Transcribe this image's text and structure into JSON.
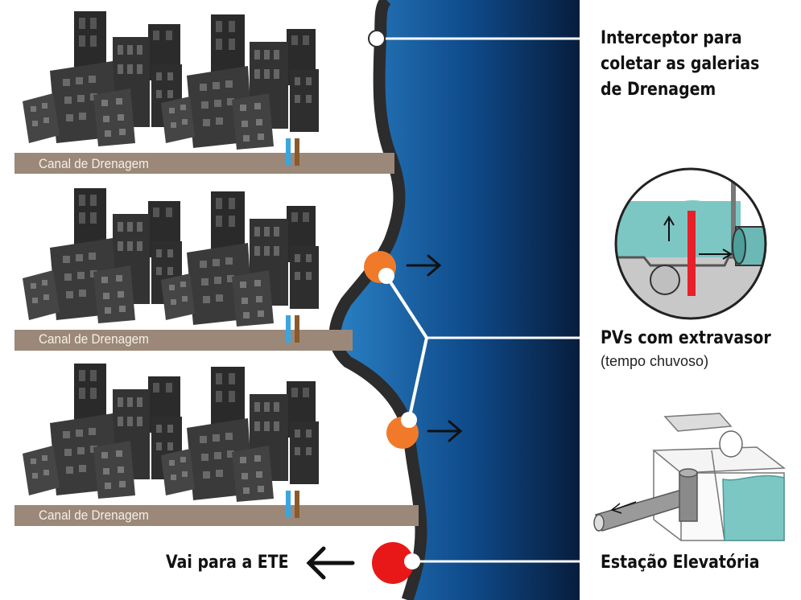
{
  "callouts": {
    "interceptor": [
      "Interceptor para",
      "coletar as galerias",
      "de Drenagem"
    ],
    "pv_title": "PVs com extravasor",
    "pv_subtitle": "(tempo chuvoso)",
    "station": "Estação Elevatória"
  },
  "canal_label": "Canal de Drenagem",
  "ete_label": "Vai para a ETE",
  "colors": {
    "river_dark": "#0a2a52",
    "river_light": "#1f6fb2",
    "bank": "#2c2c2c",
    "canal": "#9b8878",
    "building": "#2f2f2f",
    "pipe_blue": "#3aa6e0",
    "pipe_brown": "#8a5a2b",
    "pv_orange": "#f07a2a",
    "station_red": "#e81818",
    "water_teal": "#7cc7c4",
    "overflow_red": "#e8202a"
  }
}
